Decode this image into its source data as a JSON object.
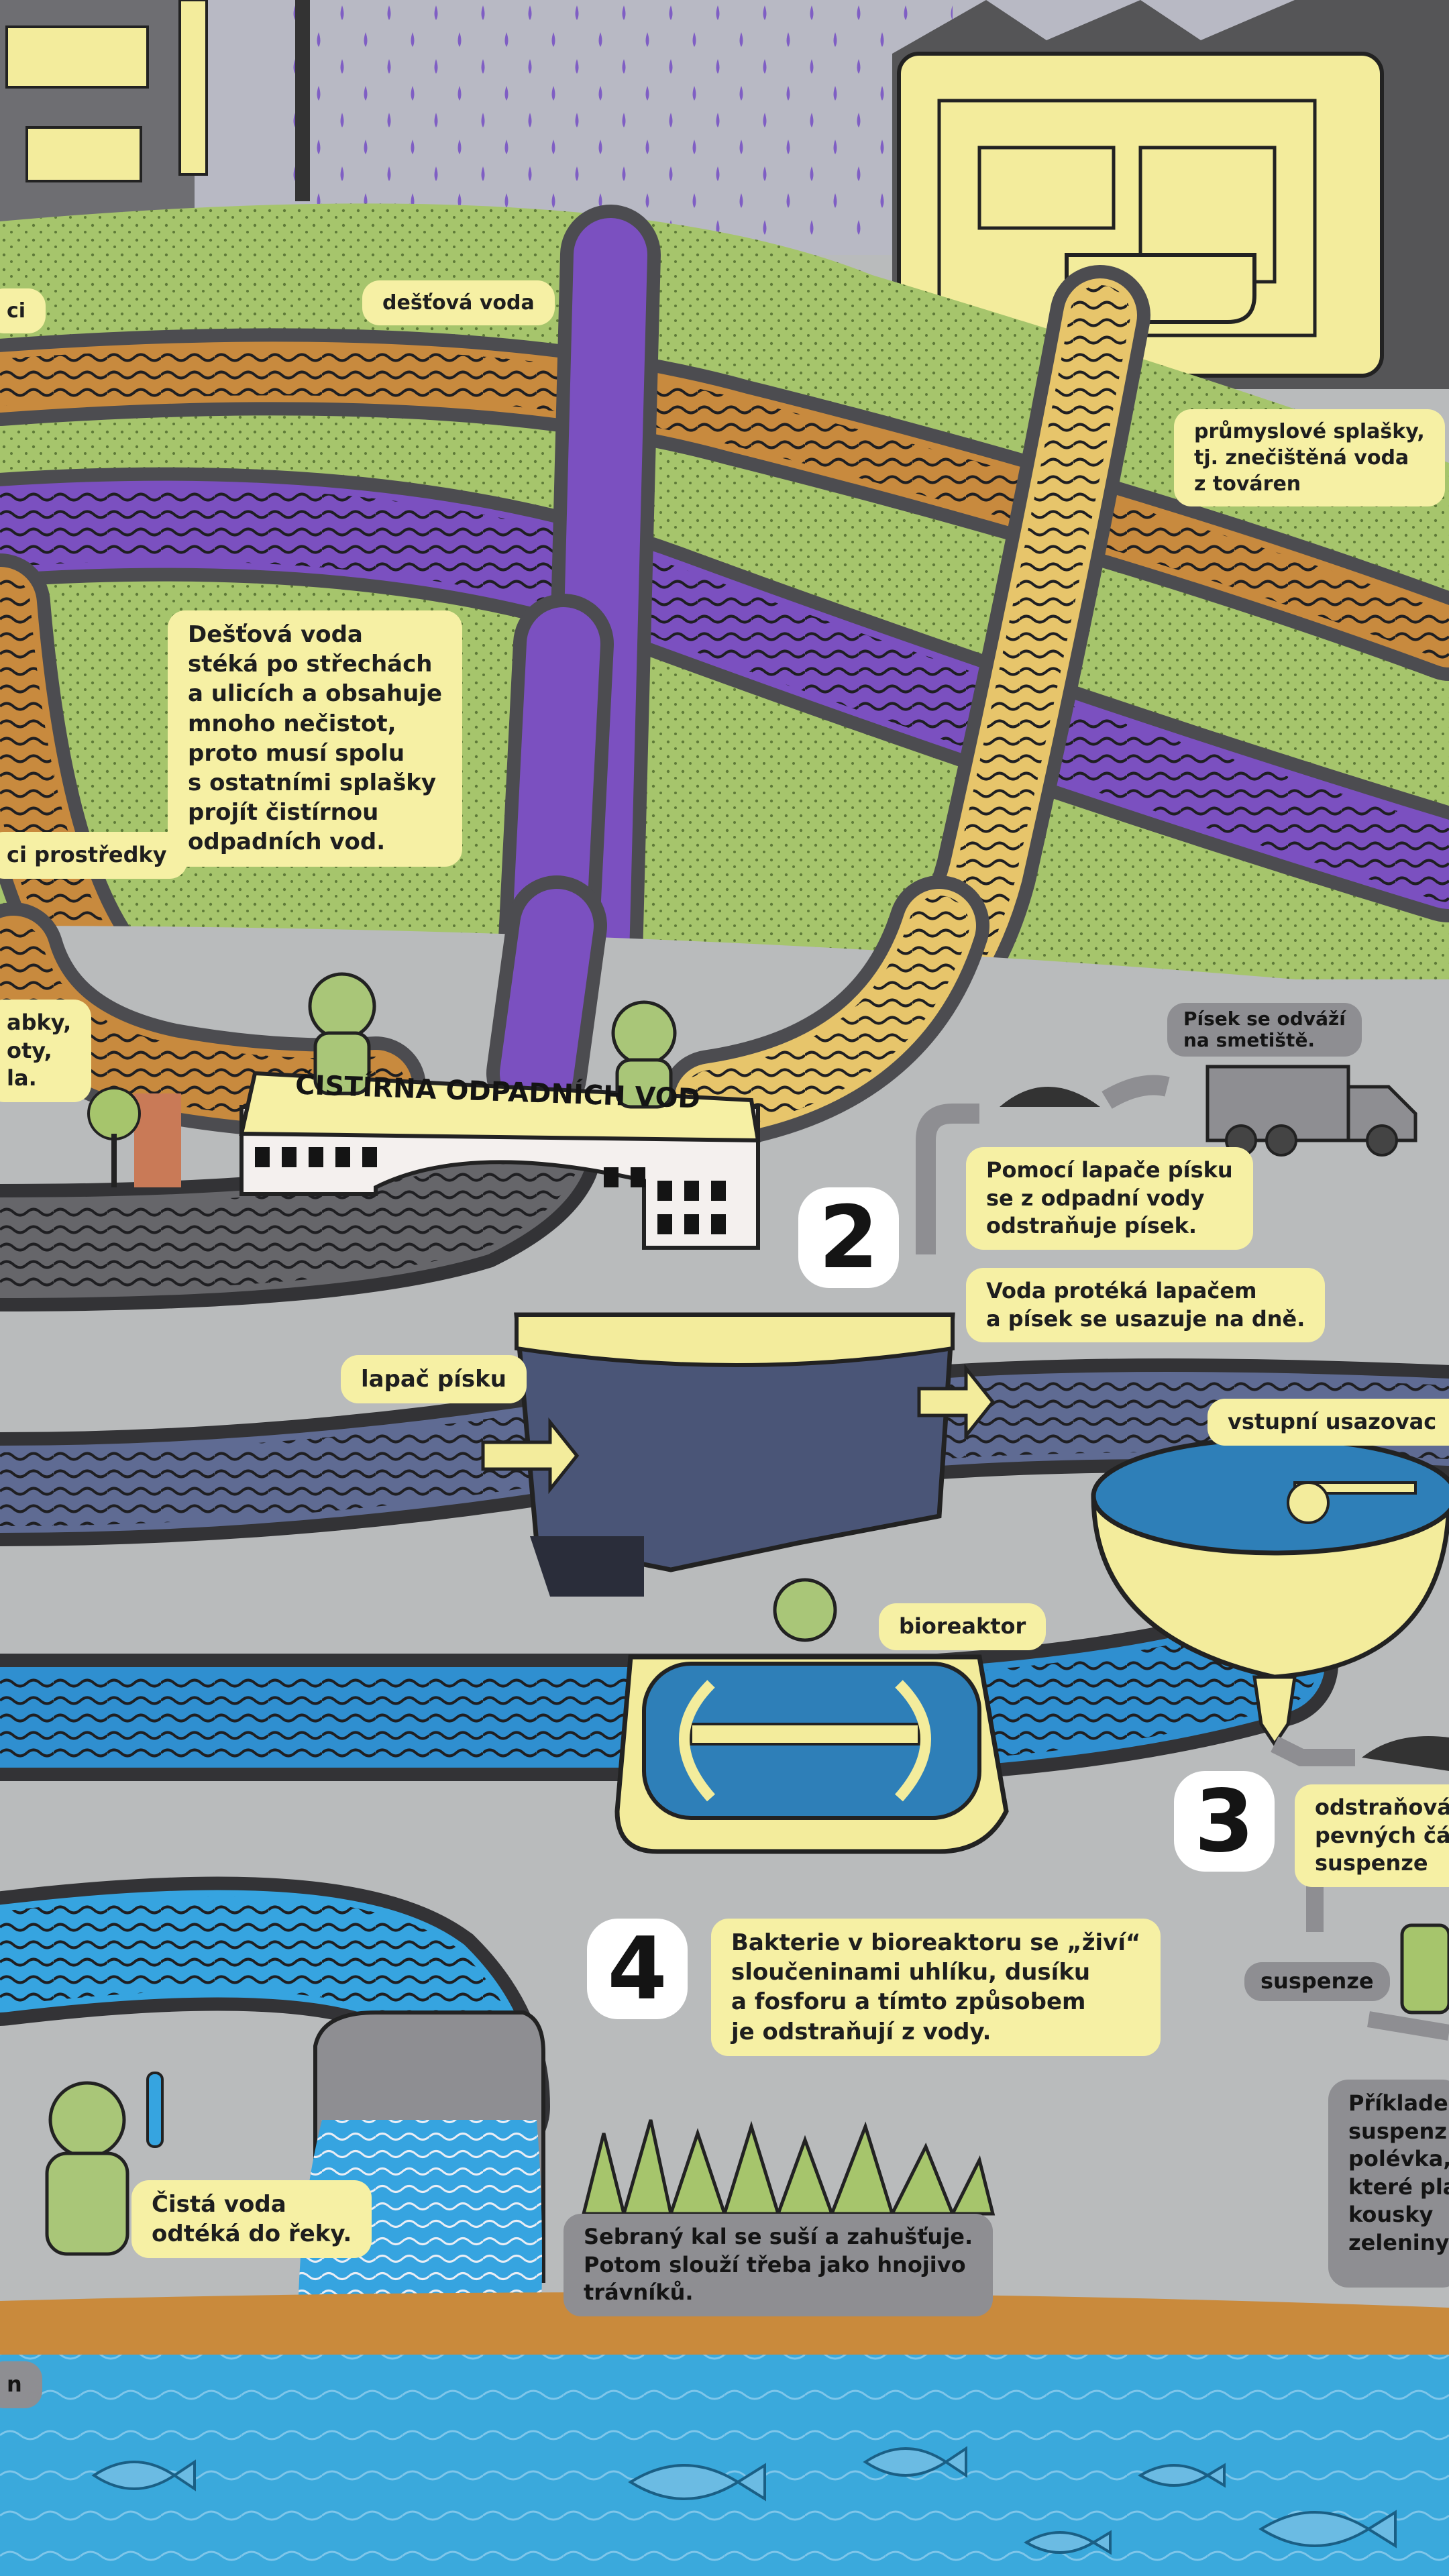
{
  "labels": {
    "rain_water": "dešťová voda",
    "industrial": [
      "průmyslové splašky,",
      "tj. znečištěná voda",
      "z továren"
    ],
    "rain_info": [
      "Dešťová voda",
      "stéká po střechách",
      "a ulicích a obsahuje",
      "mnoho nečistot,",
      "proto musí spolu",
      "s ostatními splašky",
      "projít čistírnou",
      "odpadních vod."
    ],
    "left_fragment_1": "ci",
    "left_fragment_2": "ci prostředky",
    "left_fragment_3": [
      "abky,",
      "oty,",
      "la."
    ],
    "left_fragment_4": "n",
    "plant_name": "ČISTÍRNA ODPADNÍCH VOD",
    "sand_dump": [
      "Písek se odváží",
      "na smetiště."
    ],
    "grit_info_1": [
      "Pomocí lapače písku",
      "se z odpadní vody",
      "odstraňuje písek."
    ],
    "grit_info_2": [
      "Voda protéká lapačem",
      "a písek se usazuje na dně."
    ],
    "grit_chamber": "lapač písku",
    "primary_settler": "vstupní usazovac",
    "bioreactor": "bioreaktor",
    "solids_removal": [
      "odstraňová",
      "pevných čá",
      "suspenze"
    ],
    "suspension": "suspenze",
    "suspension_example": [
      "Příklade",
      "suspenz",
      "polévka,",
      "které pla",
      "kousky",
      "zeleniny"
    ],
    "bacteria_info": [
      "Bakterie v bioreaktoru se „živí“",
      "sloučeninami uhlíku, dusíku",
      "a fosforu a tímto způsobem",
      "je odstraňují z vody."
    ],
    "clean_water": [
      "Čistá voda",
      "odtéká do řeky."
    ],
    "sludge_info": [
      "Sebraný kal se suší a zahušťuje.",
      "Potom slouží třeba jako hnojivo",
      "trávníků."
    ]
  },
  "step_numbers": {
    "two": "2",
    "three": "3",
    "four": "4"
  },
  "colors": {
    "grass": "#a6c56c",
    "sewage_brown": "#c88a3e",
    "rain_purple": "#7b50c0",
    "industrial_yellow": "#e7c56b",
    "road_gray": "#5b5b5e",
    "plant_gray": "#b9bbbc",
    "label_yellow": "#f6f0a4",
    "clean_blue": "#2f9fd6",
    "river_blue": "#3aa9dc"
  }
}
